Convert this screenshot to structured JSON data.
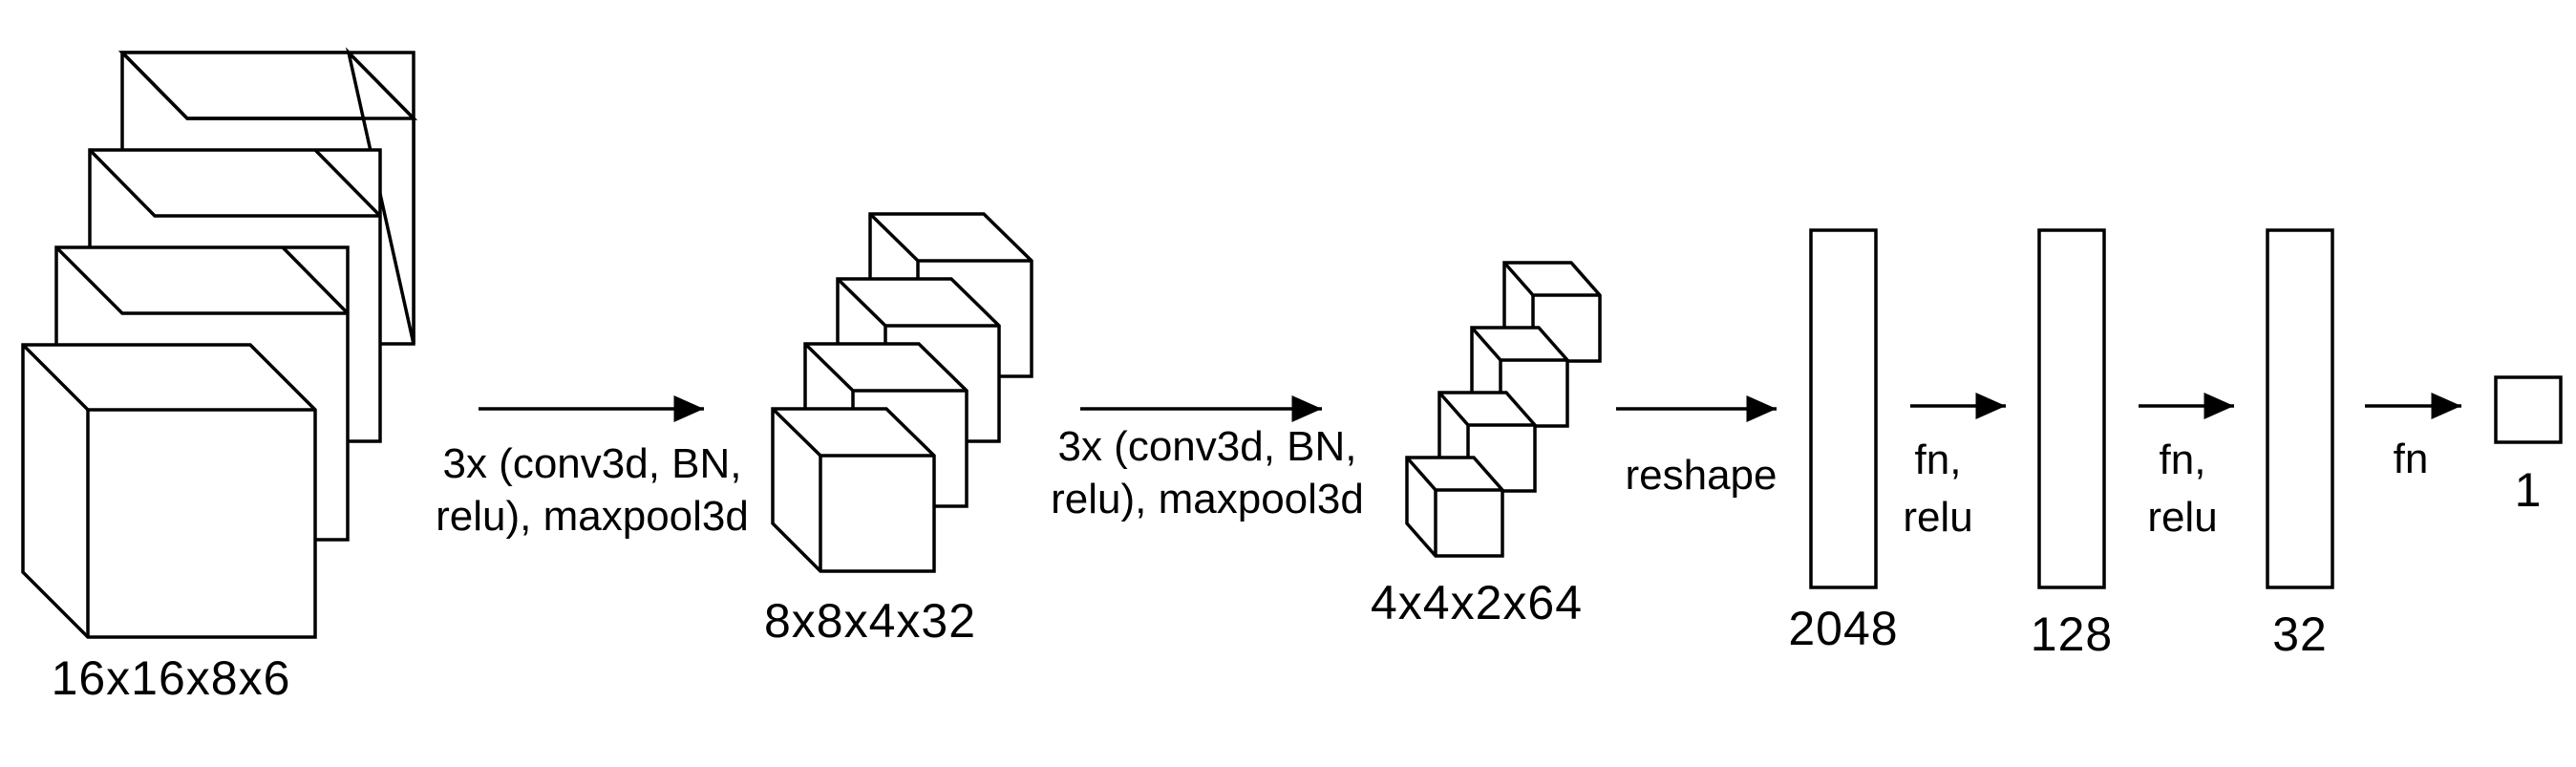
{
  "stages": [
    {
      "id": "input",
      "label": "16x16x8x6"
    },
    {
      "id": "block1",
      "label": "8x8x4x32"
    },
    {
      "id": "block2",
      "label": "4x4x2x64"
    },
    {
      "id": "fc2048",
      "label": "2048"
    },
    {
      "id": "fc128",
      "label": "128"
    },
    {
      "id": "fc32",
      "label": "32"
    },
    {
      "id": "output",
      "label": "1"
    }
  ],
  "arrows": [
    {
      "id": "arrow-1",
      "lines": [
        "3x (conv3d, BN,",
        "relu), maxpool3d"
      ]
    },
    {
      "id": "arrow-2",
      "lines": [
        "3x (conv3d, BN,",
        "relu), maxpool3d"
      ]
    },
    {
      "id": "arrow-3",
      "lines": [
        "reshape"
      ]
    },
    {
      "id": "arrow-4",
      "lines": [
        "fn,",
        "relu"
      ]
    },
    {
      "id": "arrow-5",
      "lines": [
        "fn,",
        "relu"
      ]
    },
    {
      "id": "arrow-6",
      "lines": [
        "fn"
      ]
    }
  ]
}
